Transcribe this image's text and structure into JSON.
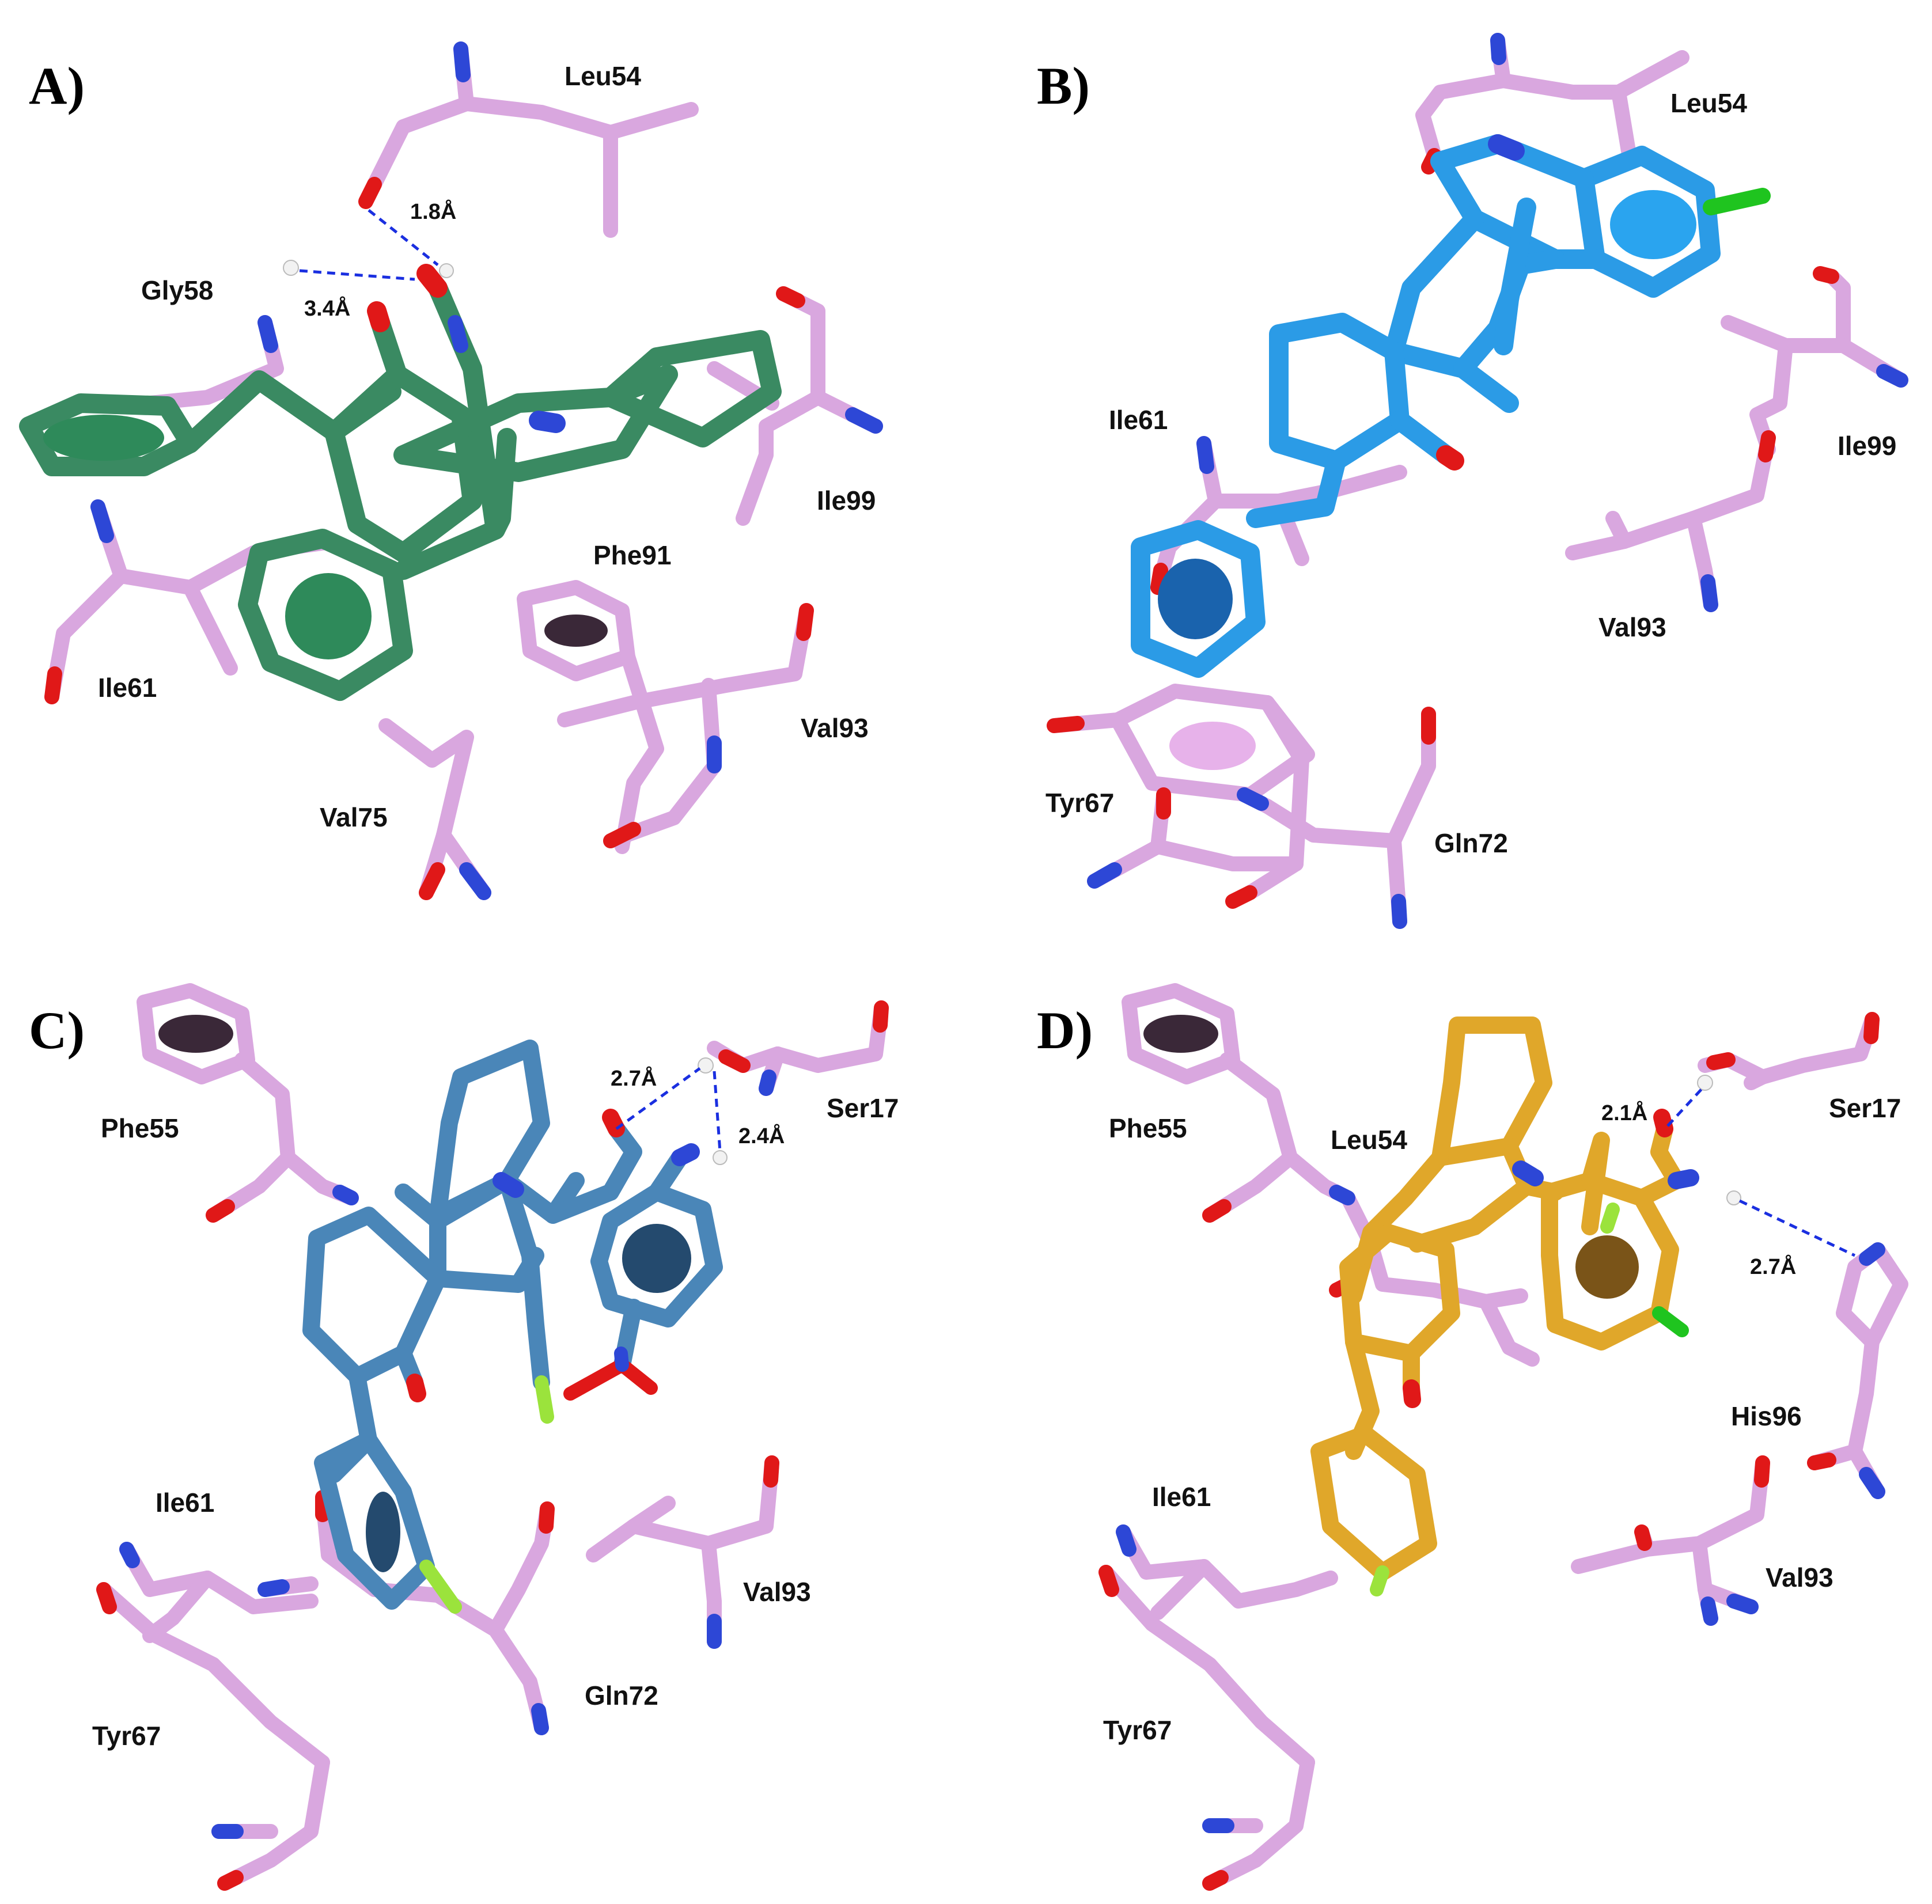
{
  "colors": {
    "residue": "#d9a7df",
    "residue_dark": "#a873b0",
    "oxygen": "#e01818",
    "nitrogen": "#2d47d6",
    "hydrogen": "#f2f2f2",
    "fluorine": "#9be33c",
    "chlorine": "#1fc41f",
    "hbond": "#1a2fe0",
    "ligand_a": "#3a8a62",
    "ligand_b": "#2b9be6",
    "ligand_c": "#4a86b8",
    "ligand_d": "#e0a72a"
  },
  "panels": [
    {
      "id": "A",
      "letter": "A)",
      "ligand_color_key": "ligand_a",
      "residues": [
        "Leu54",
        "Gly58",
        "Ile99",
        "Phe91",
        "Ile61",
        "Val93",
        "Val75"
      ],
      "distances": [
        "1.8Å",
        "3.4Å"
      ]
    },
    {
      "id": "B",
      "letter": "B)",
      "ligand_color_key": "ligand_b",
      "residues": [
        "Leu54",
        "Ile61",
        "Ile99",
        "Val93",
        "Tyr67",
        "Gln72"
      ],
      "distances": []
    },
    {
      "id": "C",
      "letter": "C)",
      "ligand_color_key": "ligand_c",
      "residues": [
        "Phe55",
        "Ser17",
        "Ile61",
        "Val93",
        "Tyr67",
        "Gln72"
      ],
      "distances": [
        "2.7Å",
        "2.4Å"
      ]
    },
    {
      "id": "D",
      "letter": "D)",
      "ligand_color_key": "ligand_d",
      "residues": [
        "Phe55",
        "Leu54",
        "Ser17",
        "His96",
        "Ile61",
        "Val93",
        "Tyr67"
      ],
      "distances": [
        "2.1Å",
        "2.7Å"
      ]
    }
  ]
}
